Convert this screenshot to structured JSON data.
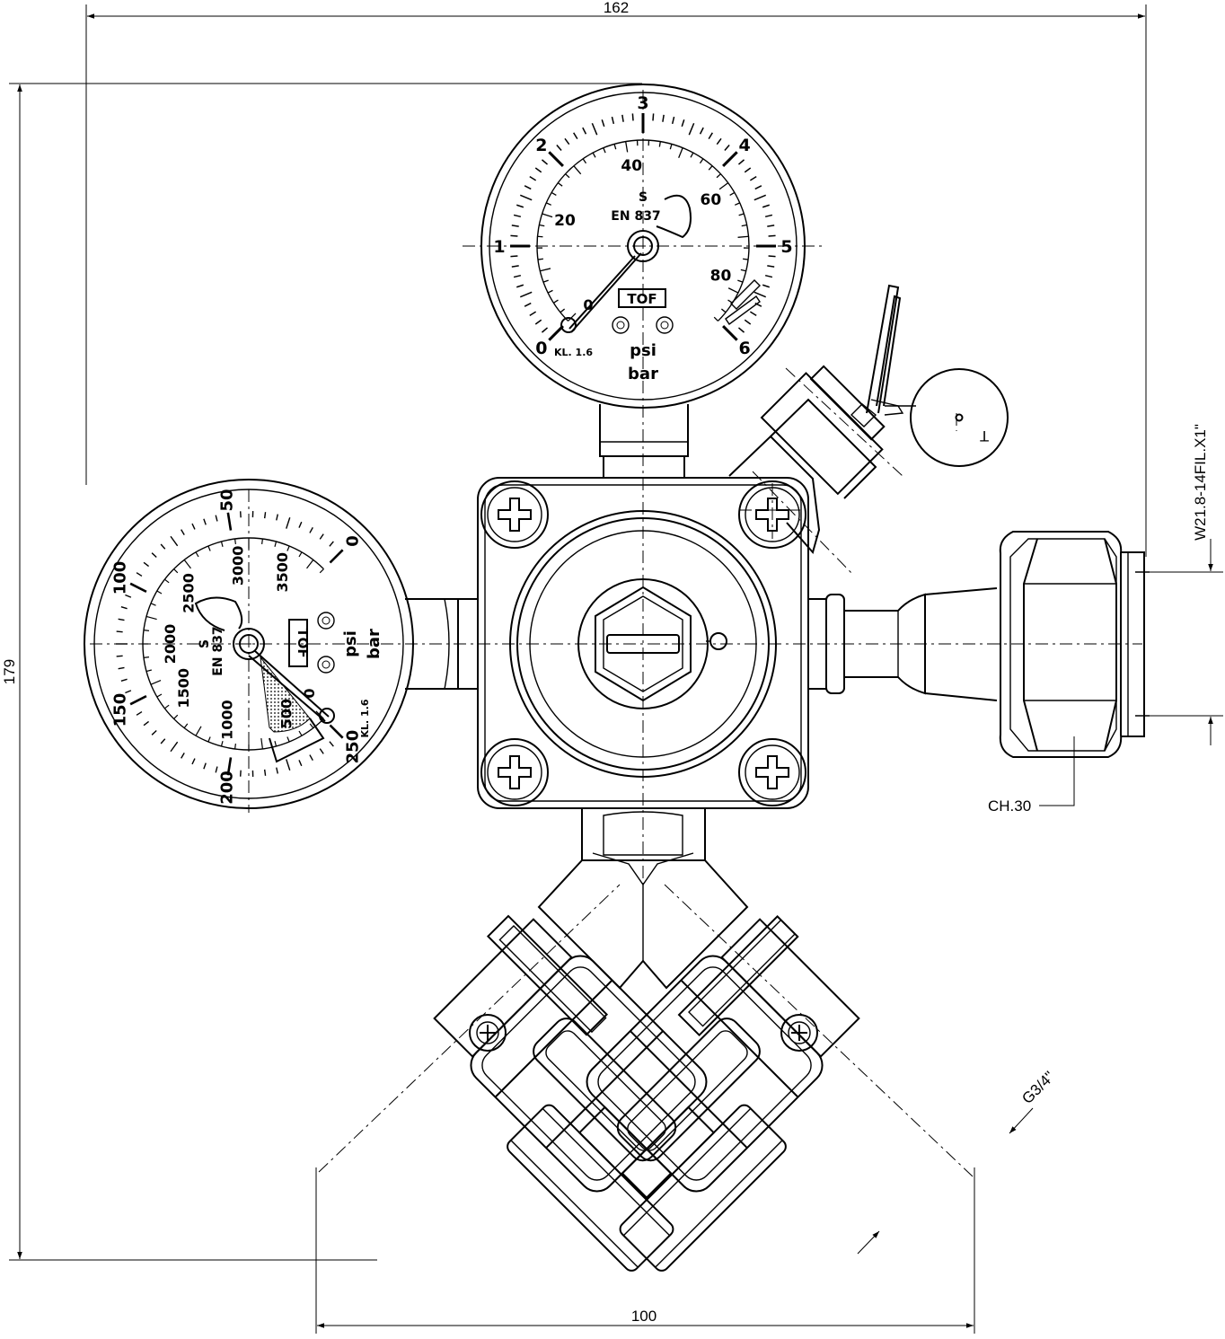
{
  "dimensions": {
    "width_top": "162",
    "height_left": "179",
    "bottom_spacing": "100",
    "thread_outlet": "W21.8-14FIL.X1\"",
    "hex_size": "CH.30",
    "thread_valve": "G3/4\""
  },
  "low_pressure_gauge": {
    "bar_labels": [
      "0",
      "1",
      "2",
      "3",
      "4",
      "5",
      "6"
    ],
    "psi_labels": [
      "20",
      "40",
      "60",
      "80"
    ],
    "psi_zero": "0",
    "standard_s": "S",
    "standard": "EN 837",
    "class": "KL. 1.6",
    "unit_psi": "psi",
    "unit_bar": "bar",
    "brand": "TOF"
  },
  "high_pressure_gauge": {
    "bar_labels": [
      "0",
      "50",
      "100",
      "150",
      "200",
      "250"
    ],
    "psi_labels": [
      "500",
      "1000",
      "1500",
      "2000",
      "2500",
      "3000",
      "3500"
    ],
    "psi_zero": "0",
    "standard_s": "S",
    "standard": "EN 837",
    "class": "KL. 1.6",
    "unit_psi": "psi",
    "unit_bar": "bar",
    "brand": "TOF"
  },
  "safety_tag": {
    "letter": "T"
  }
}
